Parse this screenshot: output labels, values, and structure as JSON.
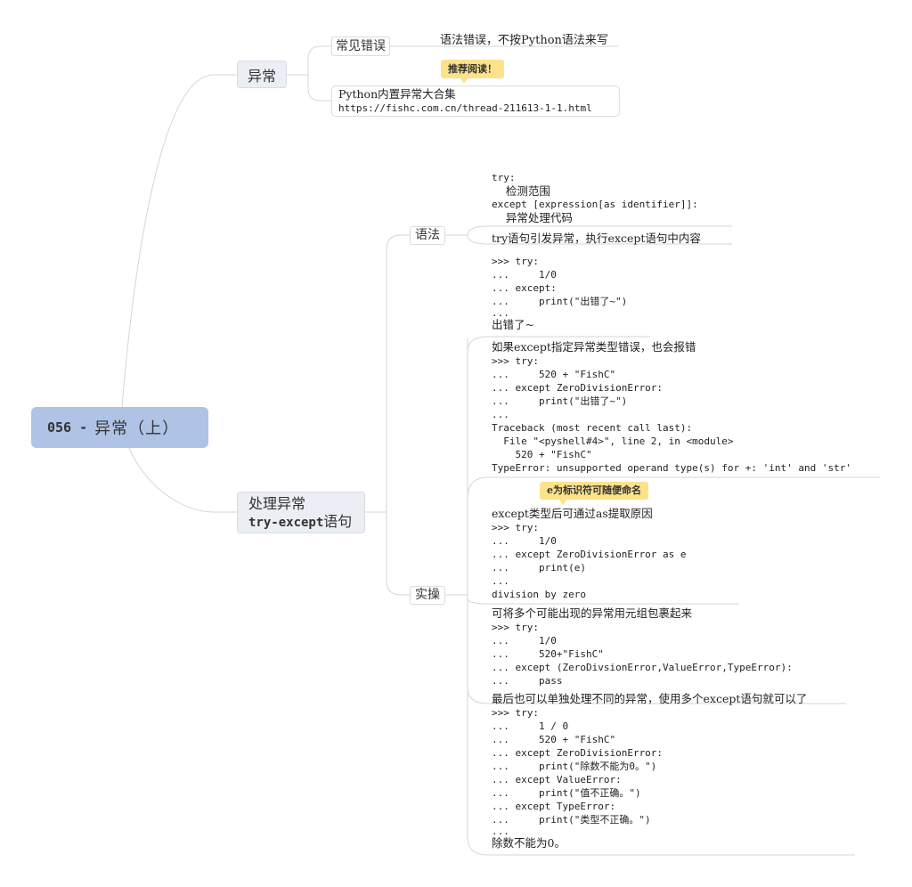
{
  "root": {
    "number": "056 -",
    "title": "异常（上）"
  },
  "branches": {
    "exception": {
      "label": "异常",
      "children": {
        "common_errors": {
          "label": "常见错误",
          "child": "语法错误，不按Python语法来写"
        },
        "builtin": {
          "note": "推荐阅读！",
          "title": "Python内置异常大合集",
          "url": "https://fishc.com.cn/thread-211613-1-1.html"
        }
      }
    },
    "handling": {
      "label_line1": "处理异常",
      "label_line2_code": "try-except",
      "label_line2_cn": "语句",
      "children": {
        "syntax": {
          "label": "语法",
          "code_lines": [
            "try:",
            "    检测范围",
            "except [expression[as identifier]]:",
            "    异常处理代码"
          ],
          "summary": "try语句引发异常，执行except语句中内容"
        },
        "practice": {
          "label": "实操",
          "cards": [
            {
              "lines": [
                ">>> try:",
                "...     1/0",
                "... except:",
                "...     print(\"出错了~\")",
                "...",
                "出错了~"
              ]
            },
            {
              "lines": [
                "如果except指定异常类型错误，也会报错",
                ">>> try:",
                "...     520 + \"FishC\"",
                "... except ZeroDivisionError:",
                "...     print(\"出错了~\")",
                "...",
                "Traceback (most recent call last):",
                "  File \"<pyshell#4>\", line 2, in <module>",
                "    520 + \"FishC\"",
                "TypeError: unsupported operand type(s) for +: 'int' and 'str'"
              ]
            },
            {
              "note": "e为标识符可随便命名",
              "lines": [
                "except类型后可通过as提取原因",
                ">>> try:",
                "...     1/0",
                "... except ZeroDivisionError as e",
                "...     print(e)",
                "...",
                "division by zero"
              ]
            },
            {
              "lines": [
                "可将多个可能出现的异常用元组包裹起来",
                ">>> try:",
                "...     1/0",
                "...     520+\"FishC\"",
                "... except (ZeroDivsionError,ValueError,TypeError):",
                "...     pass"
              ]
            },
            {
              "lines": [
                "最后也可以单独处理不同的异常，使用多个except语句就可以了",
                ">>> try:",
                "...     1 / 0",
                "...     520 + \"FishC\"",
                "... except ZeroDivisionError:",
                "...     print(\"除数不能为0。\")",
                "... except ValueError:",
                "...     print(\"值不正确。\")",
                "... except TypeError:",
                "...     print(\"类型不正确。\")",
                "...",
                "除数不能为0。"
              ]
            }
          ]
        }
      }
    }
  },
  "colors": {
    "root_fill": "#aec3e6",
    "branch_fill": "#eceef5",
    "note_fill": "#fde28a",
    "connector": "#d6d6d6"
  }
}
